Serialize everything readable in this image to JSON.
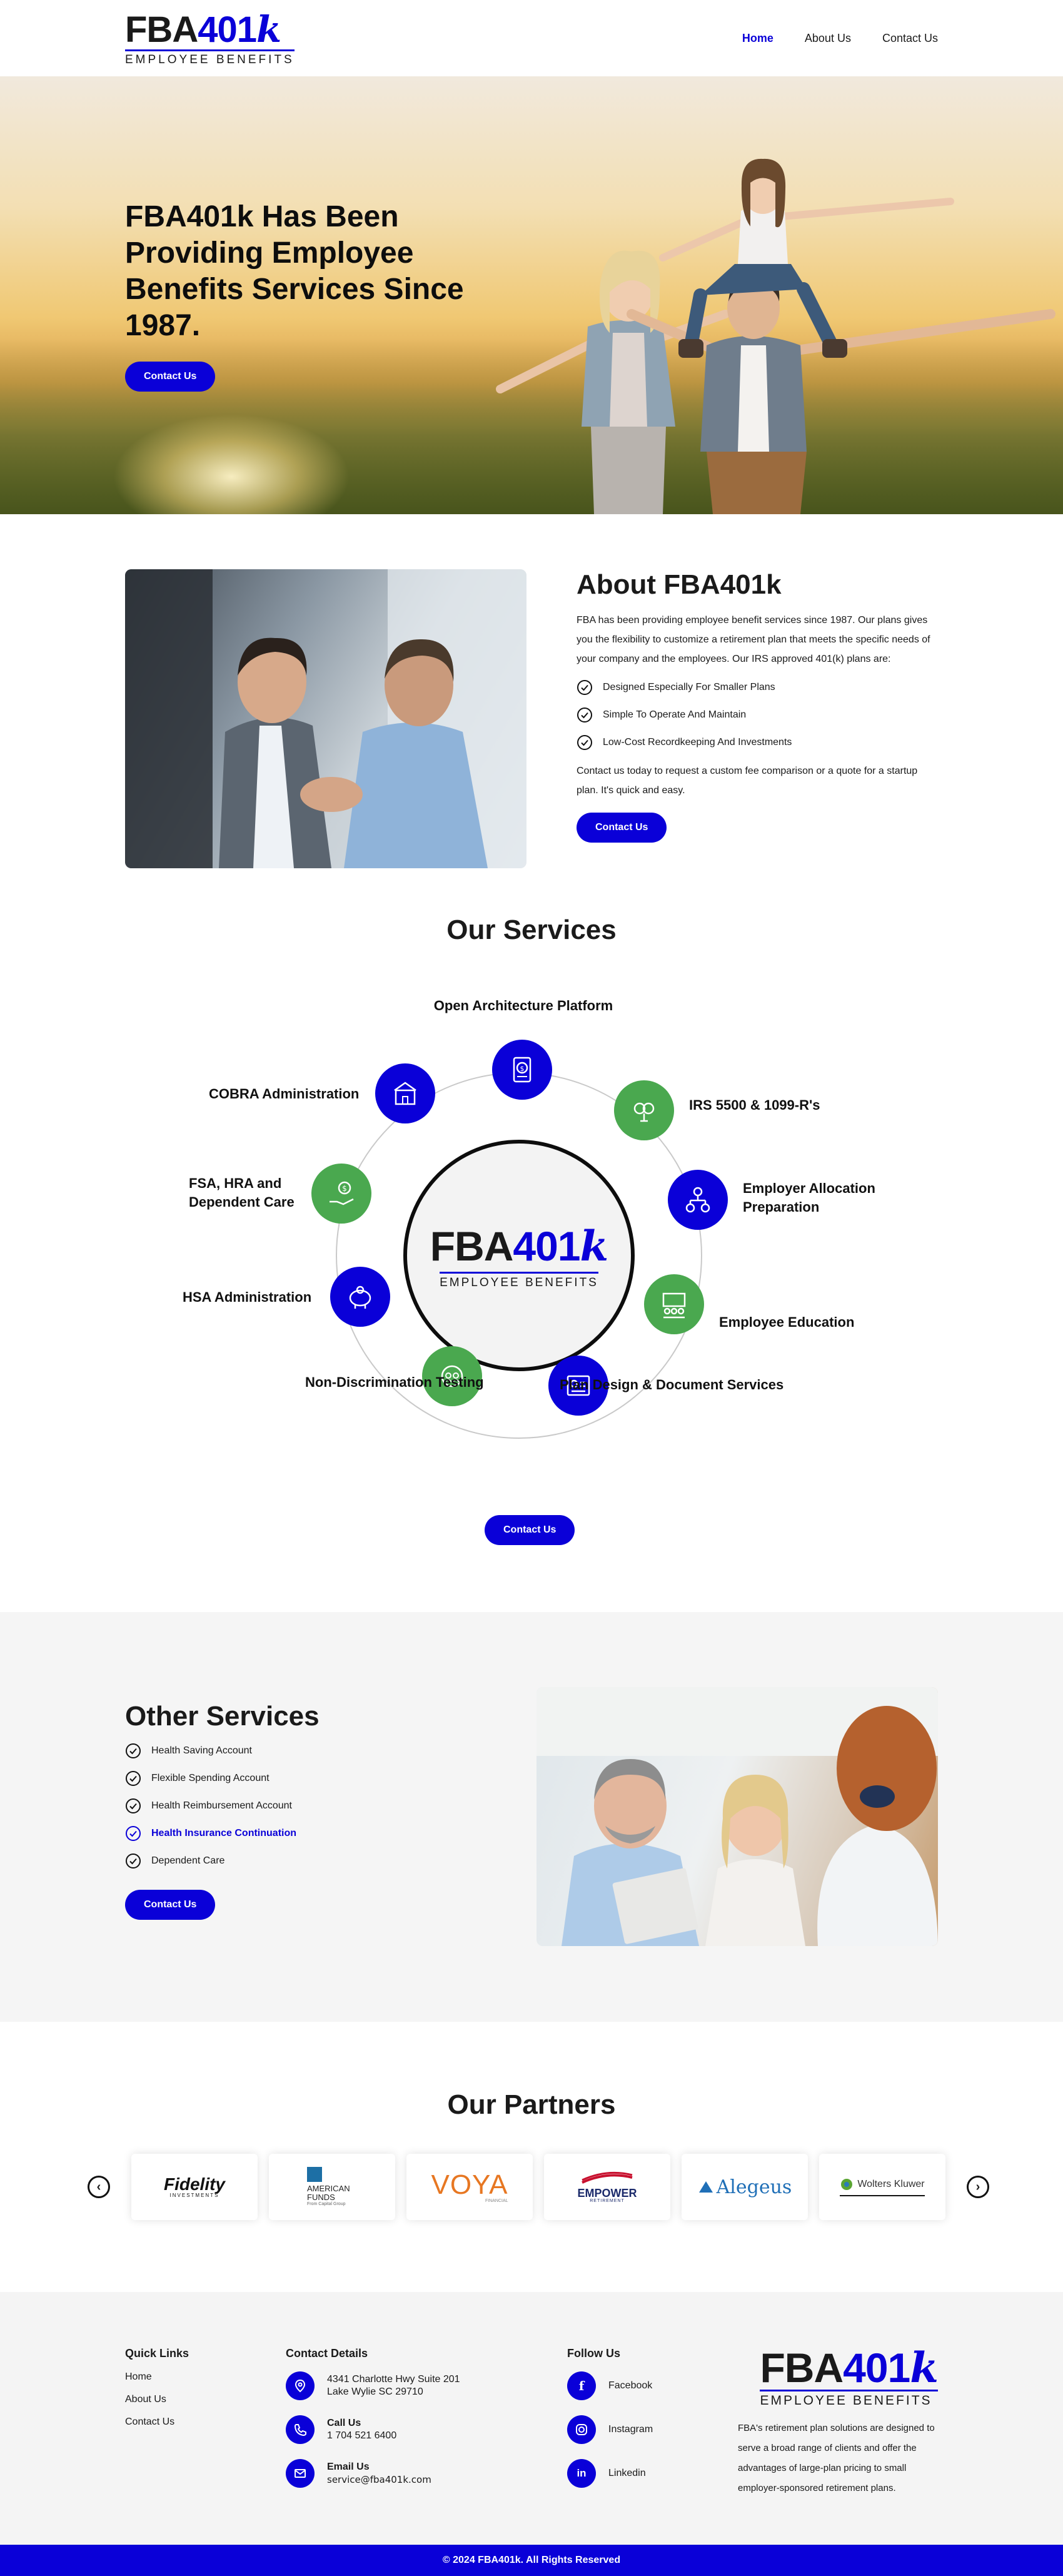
{
  "brand": {
    "name_fba": "FBA",
    "name_num": "401",
    "name_k": "k",
    "tagline": "EMPLOYEE BENEFITS"
  },
  "nav": {
    "home": "Home",
    "about": "About Us",
    "contact": "Contact Us"
  },
  "hero": {
    "title": "FBA401k Has Been Providing Employee Benefits Services Since 1987.",
    "cta": "Contact Us"
  },
  "about": {
    "title": "About FBA401k",
    "intro": "FBA has been providing employee benefit services since 1987.   Our plans gives you the flexibility to customize a retirement plan that meets the specific needs of your company and the employees. Our IRS approved 401(k) plans are:",
    "items": [
      "Designed Especially For Smaller Plans",
      "Simple To Operate And Maintain",
      "Low-Cost Recordkeeping And Investments"
    ],
    "outro": "Contact us today to request a custom fee comparison or a quote for a startup plan.  It's quick and easy.",
    "cta": "Contact Us"
  },
  "services": {
    "title": "Our Services",
    "cta": "Contact Us",
    "items": [
      {
        "label": "Open Architecture Platform",
        "color": "blue",
        "icon": "document-dollar-icon"
      },
      {
        "label": "IRS 5500 & 1099-R's",
        "color": "green",
        "icon": "coins-icon"
      },
      {
        "label": "Employer Allocation Preparation",
        "color": "blue",
        "icon": "org-chart-icon"
      },
      {
        "label": "Employee Education",
        "color": "green",
        "icon": "presentation-icon"
      },
      {
        "label": "Plan Design & Document Services",
        "color": "blue",
        "icon": "plan-document-icon"
      },
      {
        "label": "Non-Discrimination Testing",
        "color": "green",
        "icon": "team-gear-icon"
      },
      {
        "label": "HSA Administration",
        "color": "blue",
        "icon": "piggy-bank-icon"
      },
      {
        "label": "FSA, HRA and Dependent Care",
        "color": "green",
        "icon": "hand-dollar-icon"
      },
      {
        "label": "COBRA Administration",
        "color": "blue",
        "icon": "building-icon"
      }
    ]
  },
  "other": {
    "title": "Other Services",
    "items": [
      "Health Saving Account",
      "Flexible Spending Account",
      "Health Reimbursement Account",
      "Health Insurance Continuation",
      "Dependent Care"
    ],
    "cta": "Contact Us"
  },
  "partners": {
    "title": "Our Partners",
    "logos": [
      "Fidelity",
      "AMERICAN FUNDS",
      "VOYA",
      "EMPOWER",
      "Alegeus",
      "Wolters Kluwer"
    ],
    "logo_subs": [
      "INVESTMENTS",
      "From Capital Group",
      "FINANCIAL",
      "RETIREMENT",
      "",
      ""
    ]
  },
  "footer": {
    "quick_links_title": "Quick Links",
    "links": [
      "Home",
      "About Us",
      "Contact Us"
    ],
    "contact_title": "Contact Details",
    "address_line1": "4341 Charlotte Hwy Suite 201",
    "address_line2": "Lake Wylie SC 29710",
    "call_label": "Call Us",
    "phone": "1 704 521 6400",
    "email_label": "Email Us",
    "email": "service@fba401k.com",
    "follow_title": "Follow Us",
    "social": [
      "Facebook",
      "Instagram",
      "Linkedin"
    ],
    "about_text": "FBA's retirement plan solutions are designed to serve a broad range of clients and offer the advantages of large-plan pricing to small employer-sponsored retirement plans.",
    "copyright": "© 2024 FBA401k. All Rights Reserved"
  },
  "colors": {
    "primary": "#0a00d8",
    "green": "#4aa84f",
    "light_bg": "#f5f5f5"
  }
}
